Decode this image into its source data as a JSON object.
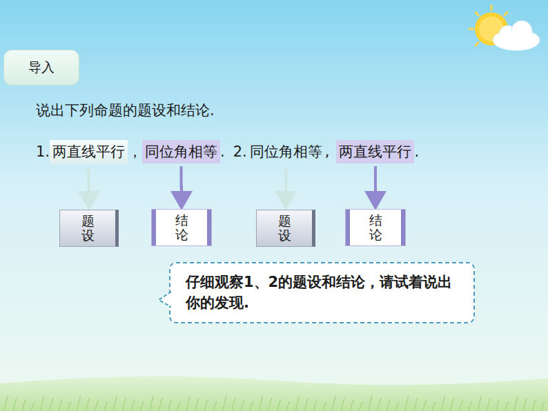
{
  "diagram": {
    "nodes": [
      {
        "text": [
          "导入"
        ]
      },
      {
        "text": [
          "两直线平行"
        ]
      },
      {
        "text": [
          "同位角相等"
        ]
      },
      {
        "text": [
          "同位角相等"
        ]
      },
      {
        "text": [
          "两直线平行"
        ]
      },
      {
        "text": [
          "题设"
        ]
      },
      {
        "text": [
          "结论"
        ]
      },
      {
        "text": [
          "题设"
        ]
      },
      {
        "text": [
          "结论"
        ]
      },
      {
        "text": [
          "仔细观察1、2的题设和结论，请试着说出你的发现."
        ]
      }
    ],
    "edges": [
      {
        "from": 1,
        "to": 5,
        "arrow": "to"
      },
      {
        "from": 2,
        "to": 6,
        "arrow": "to"
      },
      {
        "from": 3,
        "to": 7,
        "arrow": "to"
      },
      {
        "from": 4,
        "to": 8,
        "arrow": "to"
      }
    ],
    "labels": [
      "说出下列命题的题设和结论.",
      "1.",
      "，",
      ".",
      "2.",
      ",",
      "."
    ]
  }
}
